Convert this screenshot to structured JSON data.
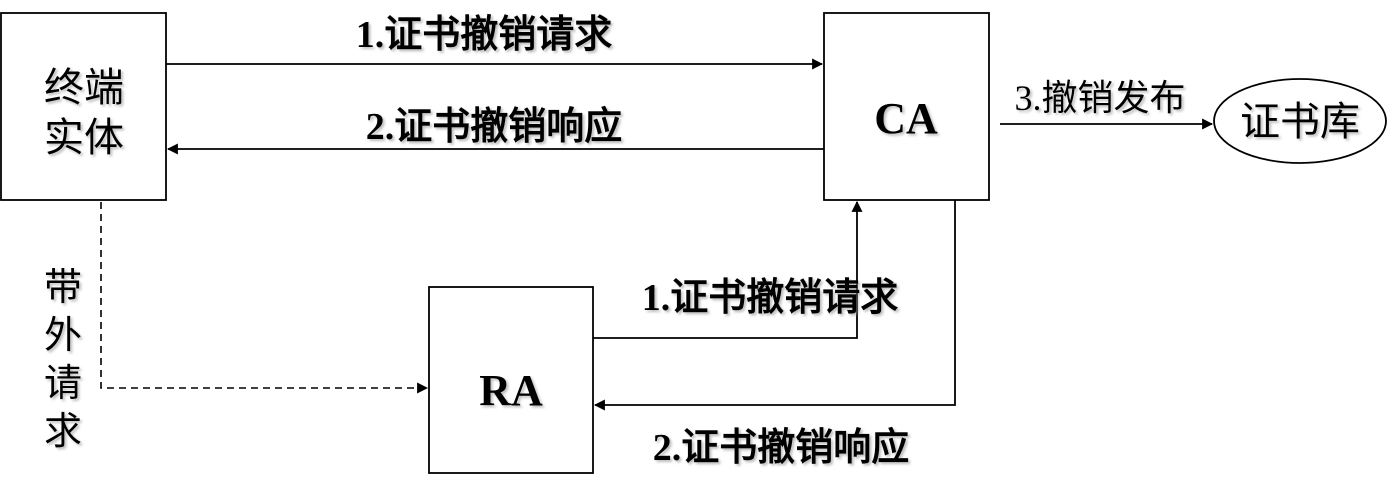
{
  "nodes": {
    "terminal_line1": "终端",
    "terminal_line2": "实体",
    "ca": "CA",
    "ra": "RA",
    "repository": "证书库"
  },
  "edges": {
    "top_request": "1.证书撤销请求",
    "top_response": "2.证书撤销响应",
    "publish": "3.撤销发布",
    "ra_request": "1.证书撤销请求",
    "ra_response": "2.证书撤销响应"
  },
  "side_label": [
    "带",
    "外",
    "请",
    "求"
  ]
}
